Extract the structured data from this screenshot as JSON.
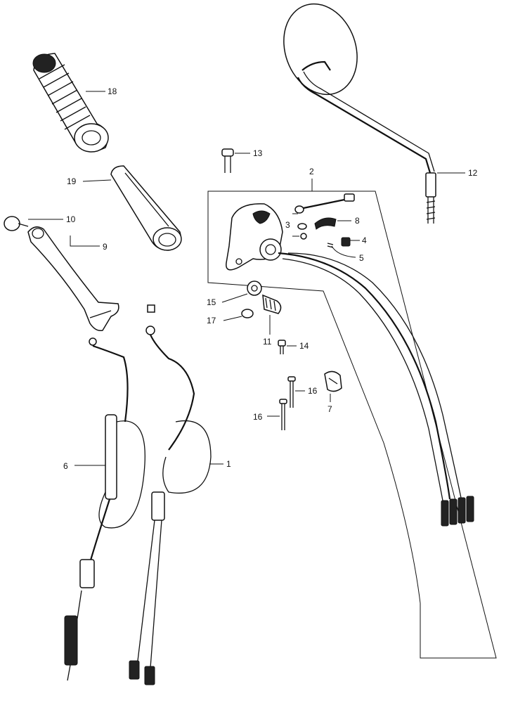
{
  "callouts": {
    "n1": "1",
    "n2": "2",
    "n3": "3",
    "n4": "4",
    "n5": "5",
    "n6": "6",
    "n7": "7",
    "n8": "8",
    "n9": "9",
    "n10": "10",
    "n11": "11",
    "n12": "12",
    "n13": "13",
    "n14": "14",
    "n15": "15",
    "n16a": "16",
    "n16b": "16",
    "n17": "17",
    "n18": "18",
    "n19": "19"
  }
}
